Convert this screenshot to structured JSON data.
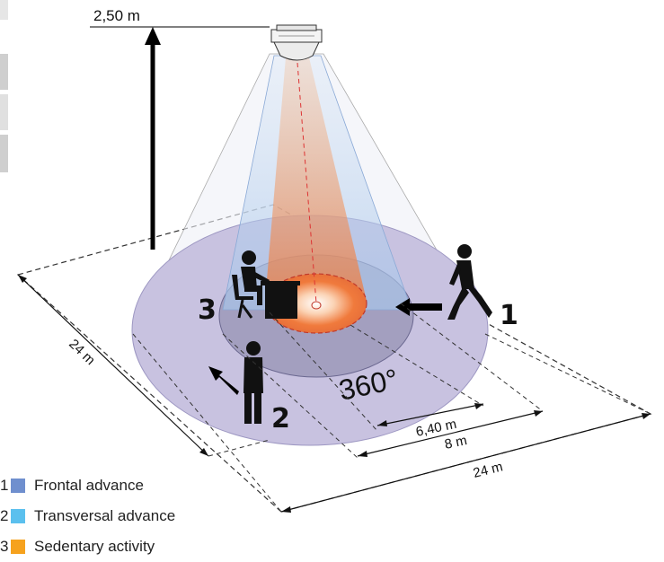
{
  "diagram": {
    "height_label": "2,50 m",
    "angle_label": "360°",
    "dim_inner": "6,40 m",
    "dim_middle": "8 m",
    "dim_outer": "24 m",
    "dim_side": "24 m",
    "zone_1": "1",
    "zone_2": "2",
    "zone_3": "3"
  },
  "legend": {
    "items": [
      {
        "num": "1",
        "label": "Frontal advance",
        "color": "#6f8fce"
      },
      {
        "num": "2",
        "label": "Transversal advance",
        "color": "#5bc0ee"
      },
      {
        "num": "3",
        "label": "Sedentary activity",
        "color": "#f6a21e"
      }
    ]
  }
}
